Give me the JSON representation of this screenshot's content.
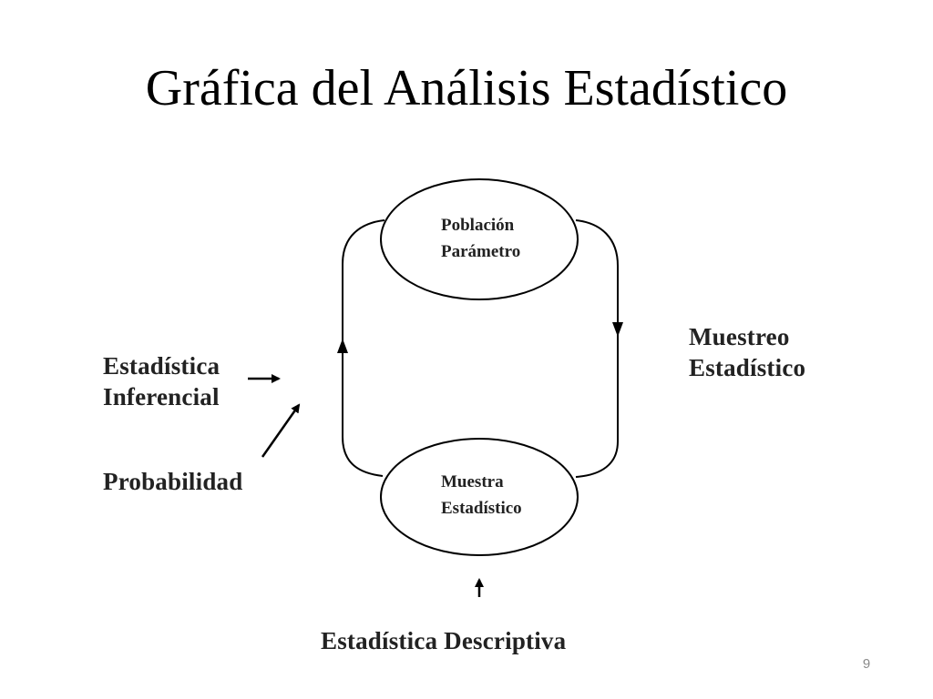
{
  "slide": {
    "title": "Gráfica del Análisis Estadístico",
    "page_number": "9"
  },
  "diagram": {
    "nodes": {
      "population": {
        "line1": "Población",
        "line2": "Parámetro"
      },
      "sample": {
        "line1": "Muestra",
        "line2": "Estadístico"
      }
    },
    "labels": {
      "sampling_line1": "Muestreo",
      "sampling_line2": "Estadístico",
      "inferential_line1": "Estadística",
      "inferential_line2": "Inferencial",
      "probability": "Probabilidad",
      "descriptive": "Estadística Descriptiva"
    }
  },
  "colors": {
    "background": "#ffffff",
    "ink": "#000000",
    "page_number": "#8a8a8a"
  }
}
